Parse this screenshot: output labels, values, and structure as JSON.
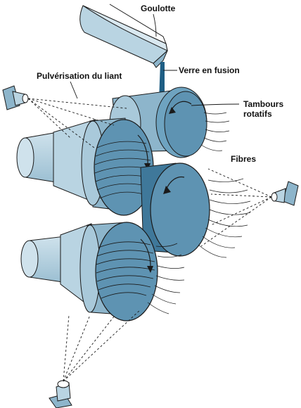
{
  "labels": {
    "chute": "Goulotte",
    "molten_glass": "Verre en fusion",
    "binder_spray": "Pulvérisation du liant",
    "drums_line1": "Tambours",
    "drums_line2": "rotatifs",
    "fibres": "Fibres"
  },
  "colors": {
    "light_blue": "#b9d4e2",
    "mid_blue": "#8db5cb",
    "drum_face": "#5e93b2",
    "dark_blue": "#3f789a",
    "glass_stream": "#1e5e84",
    "outline": "#1a1a1a"
  }
}
